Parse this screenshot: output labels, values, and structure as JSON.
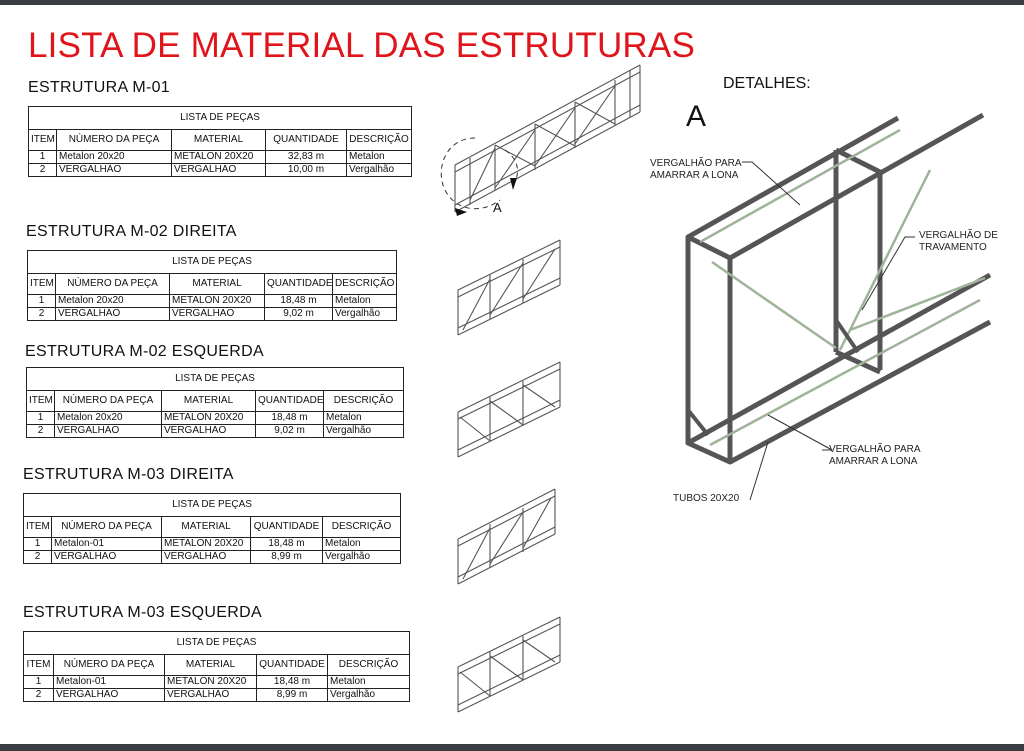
{
  "title": "LISTA DE MATERIAL DAS ESTRUTURAS",
  "colors": {
    "title": "#e0141b",
    "frame": "#3a3d42",
    "rebar": "#9fb39a"
  },
  "table_caption": "LISTA DE PEÇAS",
  "columns": [
    "ITEM",
    "NÚMERO DA PEÇA",
    "MATERIAL",
    "QUANTIDADE",
    "DESCRIÇÃO"
  ],
  "structures": [
    {
      "name": "ESTRUTURA M-01",
      "rows": [
        [
          "1",
          "Metalon 20x20",
          "METALON 20X20",
          "32,83 m",
          "Metalon"
        ],
        [
          "2",
          "VERGALHÃO",
          "VERGALHÃO",
          "10,00 m",
          "Vergalhão"
        ]
      ]
    },
    {
      "name": "ESTRUTURA M-02 DIREITA",
      "rows": [
        [
          "1",
          "Metalon 20x20",
          "METALON 20X20",
          "18,48 m",
          "Metalon"
        ],
        [
          "2",
          "VERGALHÃO",
          "VERGALHÃO",
          "9,02 m",
          "Vergalhão"
        ]
      ]
    },
    {
      "name": "ESTRUTURA M-02 ESQUERDA",
      "rows": [
        [
          "1",
          "Metalon 20x20",
          "METALON 20X20",
          "18,48 m",
          "Metalon"
        ],
        [
          "2",
          "VERGALHÃO",
          "VERGALHÃO",
          "9,02 m",
          "Vergalhão"
        ]
      ]
    },
    {
      "name": "ESTRUTURA M-03 DIREITA",
      "rows": [
        [
          "1",
          "Metalon-01",
          "METALON 20X20",
          "18,48 m",
          "Metalon"
        ],
        [
          "2",
          "VERGALHÃO",
          "VERGALHÃO",
          "8,99 m",
          "Vergalhão"
        ]
      ]
    },
    {
      "name": "ESTRUTURA M-03 ESQUERDA",
      "rows": [
        [
          "1",
          "Metalon-01",
          "METALON 20X20",
          "18,48 m",
          "Metalon"
        ],
        [
          "2",
          "VERGALHÃO",
          "VERGALHÃO",
          "8,99 m",
          "Vergalhão"
        ]
      ]
    }
  ],
  "details": {
    "title": "DETALHES:",
    "letter": "A",
    "section_marker": "A",
    "callouts": {
      "rebar_top": "VERGALHÃO PARA\nAMARRAR A LONA",
      "rebar_bracing": "VERGALHÃO DE\nTRAVAMENTO",
      "rebar_bottom": "VERGALHÃO PARA\nAMARRAR A LONA",
      "tubes": "TUBOS  20X20"
    }
  }
}
